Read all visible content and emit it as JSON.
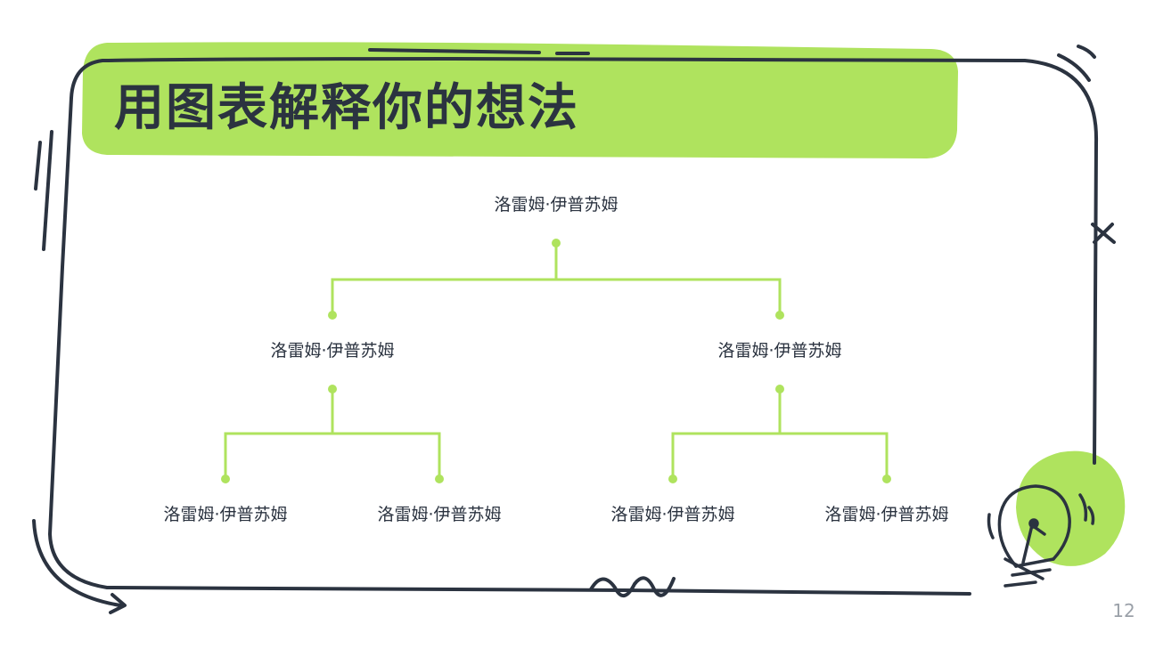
{
  "slide": {
    "title": "用图表解释你的想法",
    "page_number": "12"
  },
  "colors": {
    "accent_green": "#afe35e",
    "ink": "#2b3340",
    "connector": "#afe35e"
  },
  "icons": {
    "lightbulb": "lightbulb-icon",
    "cross": "cross-mark-icon",
    "arrow": "curved-arrow-icon"
  },
  "hierarchy": {
    "root": {
      "label": "洛雷姆·伊普苏姆"
    },
    "level2": [
      {
        "label": "洛雷姆·伊普苏姆"
      },
      {
        "label": "洛雷姆·伊普苏姆"
      }
    ],
    "level3": [
      {
        "label": "洛雷姆·伊普苏姆"
      },
      {
        "label": "洛雷姆·伊普苏姆"
      },
      {
        "label": "洛雷姆·伊普苏姆"
      },
      {
        "label": "洛雷姆·伊普苏姆"
      }
    ]
  }
}
